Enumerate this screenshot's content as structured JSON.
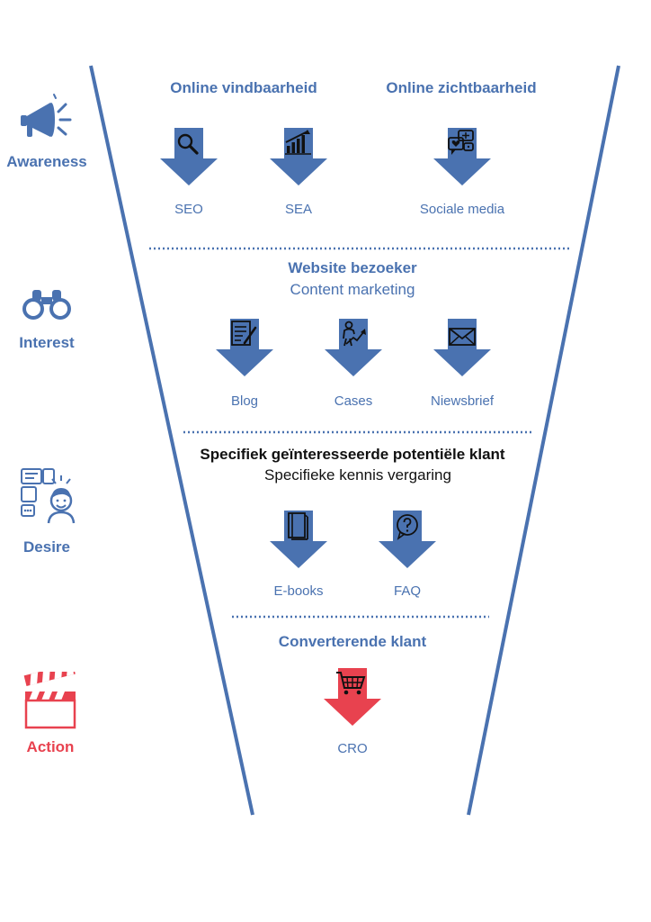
{
  "colors": {
    "primary": "#4a72b0",
    "action": "#e8424f",
    "text_dark": "#111111"
  },
  "stages": [
    {
      "id": "awareness",
      "label": "Awareness",
      "icon": "megaphone-icon",
      "color": "#4a72b0"
    },
    {
      "id": "interest",
      "label": "Interest",
      "icon": "binoculars-icon",
      "color": "#4a72b0"
    },
    {
      "id": "desire",
      "label": "Desire",
      "icon": "person-ideas-icon",
      "color": "#4a72b0"
    },
    {
      "id": "action",
      "label": "Action",
      "icon": "clapperboard-icon",
      "color": "#e8424f"
    }
  ],
  "awareness": {
    "heading_left": "Online vindbaarheid",
    "heading_right": "Online zichtbaarheid",
    "items": [
      {
        "label": "SEO",
        "icon": "magnifier-icon"
      },
      {
        "label": "SEA",
        "icon": "growth-chart-icon"
      },
      {
        "label": "Sociale media",
        "icon": "social-chat-icon"
      }
    ]
  },
  "interest": {
    "heading": "Website bezoeker",
    "subheading": "Content marketing",
    "items": [
      {
        "label": "Blog",
        "icon": "document-pen-icon"
      },
      {
        "label": "Cases",
        "icon": "person-growth-icon"
      },
      {
        "label": "Niewsbrief",
        "icon": "envelope-icon"
      }
    ]
  },
  "desire": {
    "heading": "Specifiek geïnteresseerde potentiële klant",
    "subheading": "Specifieke kennis vergaring",
    "items": [
      {
        "label": "E-books",
        "icon": "book-icon"
      },
      {
        "label": "FAQ",
        "icon": "question-bubble-icon"
      }
    ]
  },
  "action": {
    "heading": "Converterende klant",
    "items": [
      {
        "label": "CRO",
        "icon": "shopping-cart-icon"
      }
    ]
  }
}
